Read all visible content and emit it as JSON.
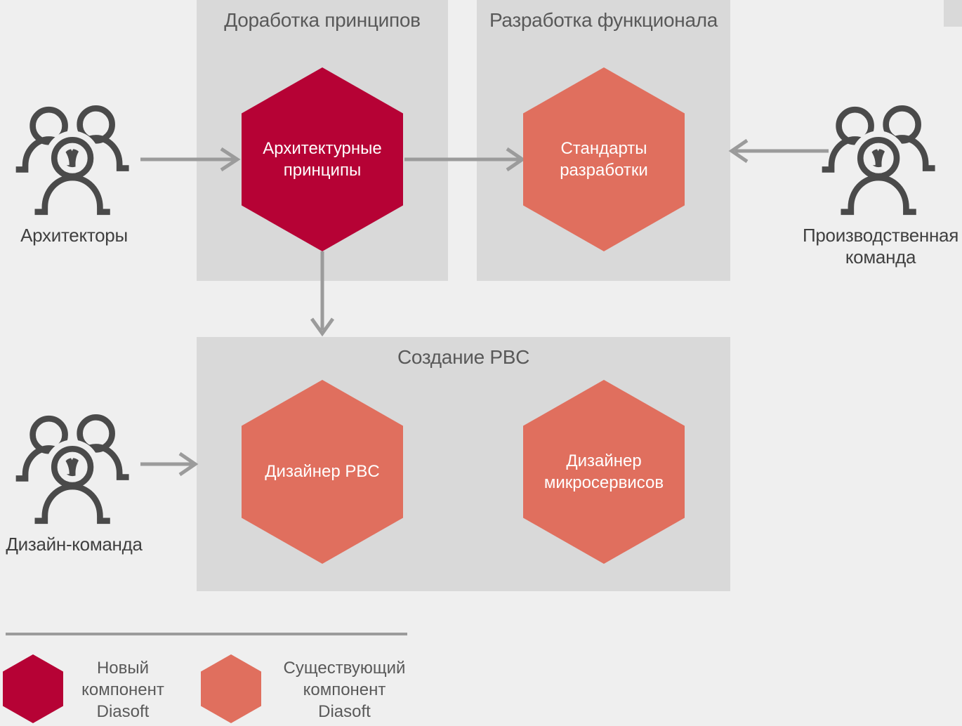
{
  "colors": {
    "background": "#EFEFEF",
    "stage_box": "#D9D9D9",
    "new_component": "#B60235",
    "existing_component": "#E06F5E",
    "arrow": "#9B9B9B",
    "icon_stroke": "#4A4A4A",
    "title_text": "#595959"
  },
  "stages": {
    "refine_principles": {
      "title": "Доработка принципов"
    },
    "develop_functionality": {
      "title": "Разработка функционала"
    },
    "create_pbc": {
      "title": "Создание PBC"
    }
  },
  "hexagons": {
    "architectural_principles": {
      "label": "Архитектурные принципы",
      "type": "new"
    },
    "development_standards": {
      "label": "Стандарты разработки",
      "type": "existing"
    },
    "pbc_designer": {
      "label": "Дизайнер PBC",
      "type": "existing"
    },
    "microservices_designer": {
      "label": "Дизайнер микросервисов",
      "type": "existing"
    }
  },
  "actors": {
    "architects": {
      "label": "Архитекторы",
      "icon": "people-group-icon"
    },
    "production_team": {
      "label": "Производственная команда",
      "icon": "people-group-icon"
    },
    "design_team": {
      "label": "Дизайн-команда",
      "icon": "people-group-icon"
    }
  },
  "legend": {
    "new_component": {
      "label": "Новый компонент Diasoft"
    },
    "existing_component": {
      "label": "Существующий компонент Diasoft"
    }
  }
}
